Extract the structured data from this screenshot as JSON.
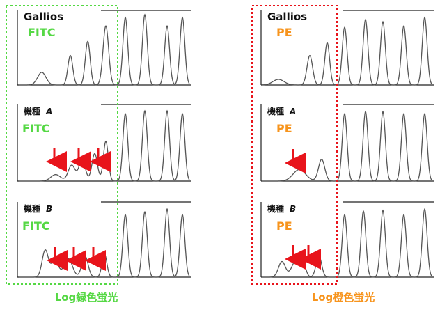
{
  "colors": {
    "green": "#55d844",
    "orange": "#f7941d",
    "red": "#e8141b",
    "trace": "#555555"
  },
  "chart_data": [
    {
      "type": "line",
      "group": "left",
      "instrument": "Gallios",
      "channel": "FITC",
      "marker_x": []
    },
    {
      "type": "line",
      "group": "left",
      "instrument": "機種",
      "instrument_suffix": "A",
      "channel": "FITC",
      "marker_x": [
        78,
        113,
        141
      ]
    },
    {
      "type": "line",
      "group": "left",
      "instrument": "機種",
      "instrument_suffix": "B",
      "channel": "FITC",
      "marker_x": [
        79,
        106,
        134
      ]
    },
    {
      "type": "line",
      "group": "right",
      "instrument": "Gallios",
      "channel": "PE",
      "marker_x": []
    },
    {
      "type": "line",
      "group": "right",
      "instrument": "機種",
      "instrument_suffix": "A",
      "channel": "PE",
      "marker_x": [
        421
      ]
    },
    {
      "type": "line",
      "group": "right",
      "instrument": "機種",
      "instrument_suffix": "B",
      "channel": "PE",
      "marker_x": [
        421,
        443
      ]
    }
  ],
  "footer": {
    "left_label": "Log緑色蛍光",
    "right_label": "Log橙色蛍光"
  }
}
